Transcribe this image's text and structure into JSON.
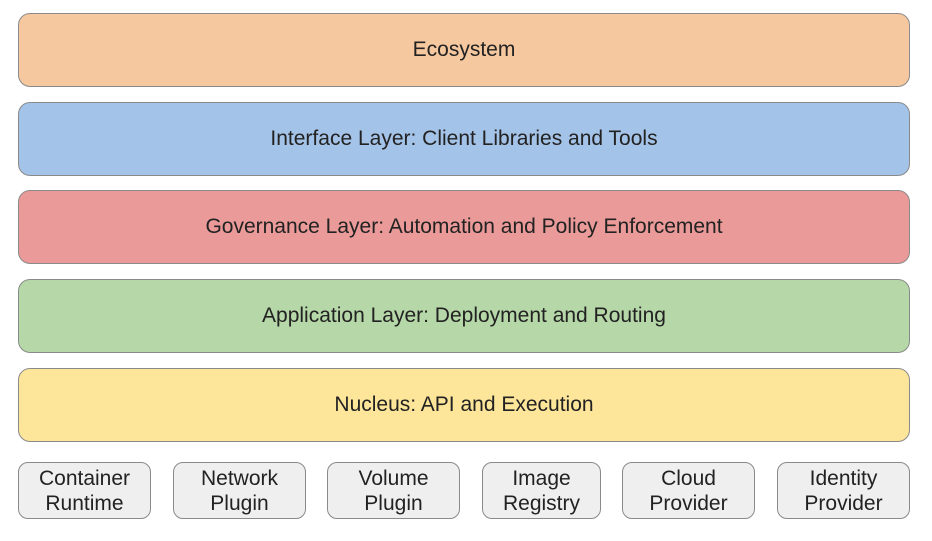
{
  "layers": [
    {
      "label": "Ecosystem",
      "color": "#f6c89f"
    },
    {
      "label": "Interface Layer: Client Libraries and Tools",
      "color": "#a4c3e8"
    },
    {
      "label": "Governance Layer: Automation and Policy Enforcement",
      "color": "#ea9a98"
    },
    {
      "label": "Application Layer: Deployment and Routing",
      "color": "#b6d7a8"
    },
    {
      "label": "Nucleus: API and Execution",
      "color": "#fde59a"
    }
  ],
  "components": [
    {
      "line1": "Container",
      "line2": "Runtime"
    },
    {
      "line1": "Network",
      "line2": "Plugin"
    },
    {
      "line1": "Volume",
      "line2": "Plugin"
    },
    {
      "line1": "Image",
      "line2": "Registry"
    },
    {
      "line1": "Cloud",
      "line2": "Provider"
    },
    {
      "line1": "Identity",
      "line2": "Provider"
    }
  ],
  "component_color": "#efefef"
}
